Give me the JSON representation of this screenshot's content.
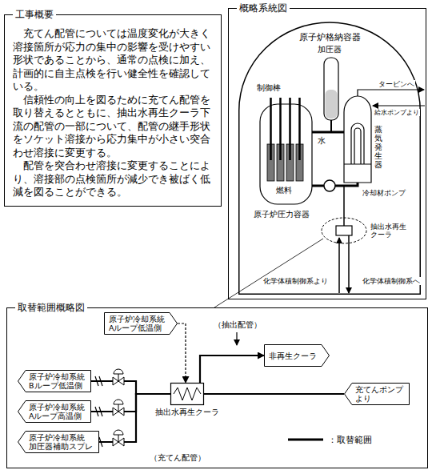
{
  "diagram": {
    "nodes": [
      {
        "text": [
          "工事概要",
          "充てん配管については温度変化が大きく溶接箇所が応力の集中の影響を受けやすい形状であることから、通常の点検に加え、計画的に自主点検を行い健全性を確認している。",
          "信頼性の向上を図るために充てん配管を取り替えるとともに、抽出水再生クーラ下流の配管の一部について、配管の継手形状をソケット溶接から応力集中が小さい突合わせ溶接に変更する。",
          "配管を突合わせ溶接に変更することにより、溶接部の点検箇所が減少でき被ばく低減を図ることができる。"
        ]
      },
      {
        "text": [
          "概略系統図"
        ]
      },
      {
        "text": [
          "原子炉格納容器"
        ],
        "in": 1
      },
      {
        "text": [
          "取替範囲概略図"
        ]
      },
      {
        "text": [
          "原子炉冷却系統 Aループ低温側"
        ],
        "in": 3
      },
      {
        "text": [
          "非再生クーラ"
        ],
        "in": 3
      },
      {
        "text": [
          "原子炉冷却系統 Bループ低温側"
        ],
        "in": 3
      },
      {
        "text": [
          "抽出水再生クーラ"
        ],
        "in": 3
      },
      {
        "text": [
          "充てんポンプ より"
        ],
        "in": 3
      },
      {
        "text": [
          "原子炉冷却系統 Aループ高温側"
        ],
        "in": 3
      },
      {
        "text": [
          "原子炉冷却系統 加圧器補助スプレ"
        ],
        "in": 3
      }
    ],
    "edges": [
      {
        "from": 4,
        "to": 7,
        "arrow": "to"
      },
      {
        "from": 7,
        "to": 5,
        "arrow": "to"
      },
      {
        "from": 8,
        "to": 7,
        "arrow": "none"
      },
      {
        "from": 7,
        "to": 6,
        "arrow": "none"
      },
      {
        "from": 7,
        "to": 9,
        "arrow": "none"
      },
      {
        "from": 7,
        "to": 10,
        "arrow": "none"
      }
    ],
    "labels": [
      "加圧器",
      "制御棒",
      "タービンへ",
      "給水ポンプより",
      "蒸気発生器",
      "水",
      "燃料",
      "冷却材ポンプ",
      "原子炉圧力容器",
      "抽出水再生 クーラ",
      "化学体積制御系より",
      "化学体積制御系へ",
      "（抽出配管）",
      "（充てん配管）"
    ],
    "legend": [
      {
        "text": "：取替範囲"
      }
    ]
  }
}
